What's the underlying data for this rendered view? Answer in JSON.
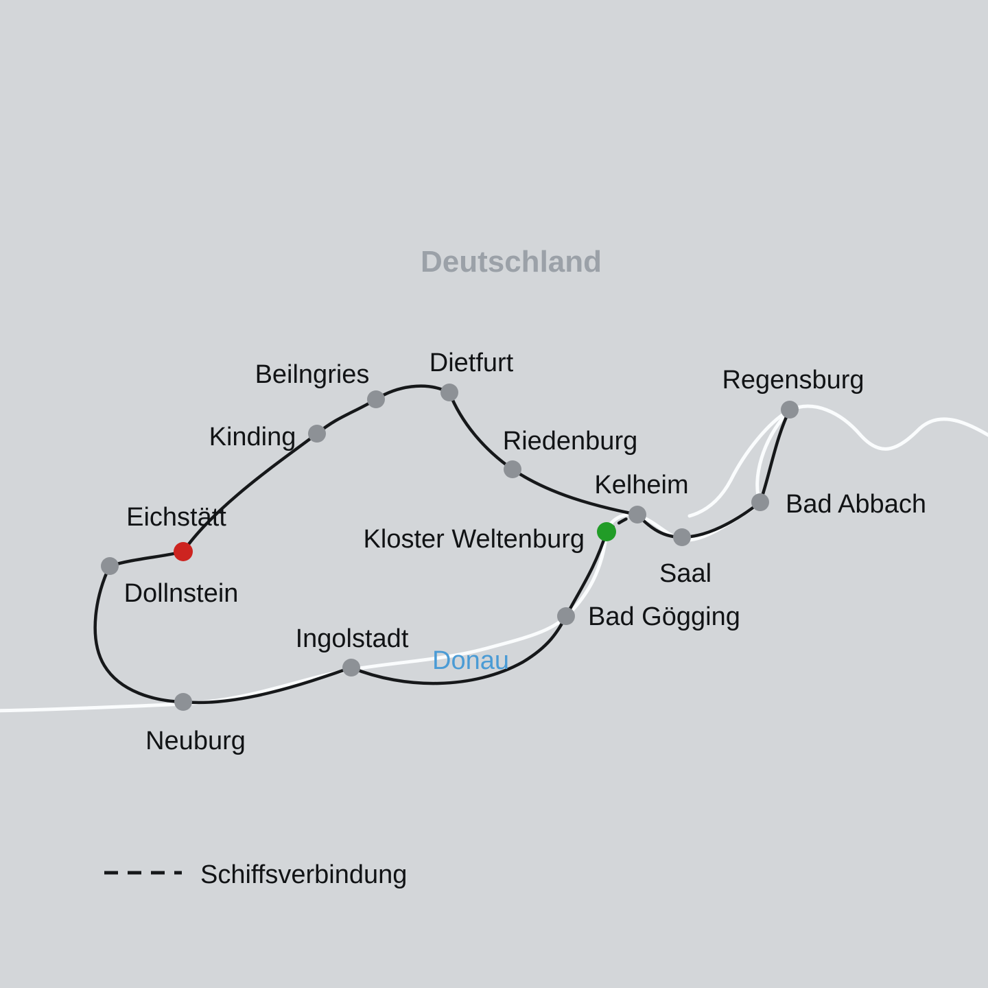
{
  "colors": {
    "background": "#d3d6d9",
    "route": "#16181a",
    "river": "#fafcfd",
    "city_dot": "#8d9196",
    "highlight_red": "#cd2420",
    "highlight_green": "#219c27",
    "country_label": "#9ba1a8",
    "river_label": "#4a9bd5"
  },
  "map": {
    "country": "Deutschland",
    "river": "Donau",
    "legend": "Schiffsverbindung",
    "cities": {
      "beilngries": "Beilngries",
      "dietfurt": "Dietfurt",
      "kinding": "Kinding",
      "riedenburg": "Riedenburg",
      "kelheim": "Kelheim",
      "regensburg": "Regensburg",
      "bad_abbach": "Bad Abbach",
      "kloster_weltenburg": "Kloster Weltenburg",
      "saal": "Saal",
      "eichstaett": "Eichstätt",
      "dollnstein": "Dollnstein",
      "bad_goegging": "Bad Gögging",
      "ingolstadt": "Ingolstadt",
      "neuburg": "Neuburg"
    }
  }
}
